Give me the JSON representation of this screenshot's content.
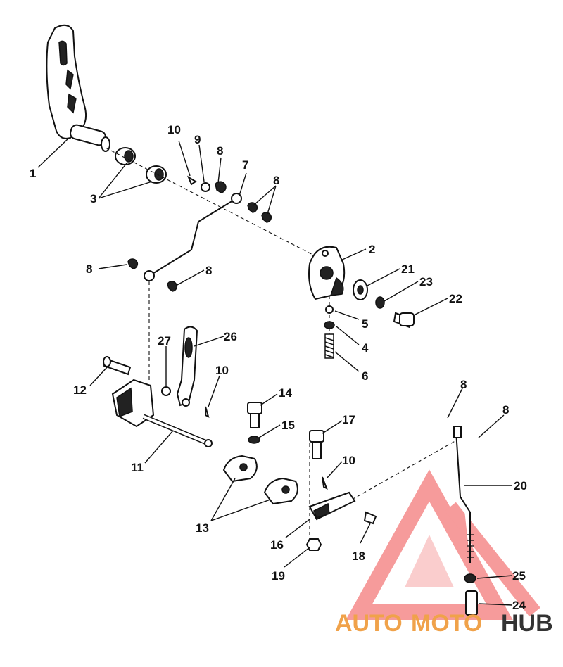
{
  "diagram": {
    "callouts": [
      {
        "id": "c1",
        "text": "1"
      },
      {
        "id": "c2",
        "text": "2"
      },
      {
        "id": "c3",
        "text": "3"
      },
      {
        "id": "c4",
        "text": "4"
      },
      {
        "id": "c5",
        "text": "5"
      },
      {
        "id": "c6",
        "text": "6"
      },
      {
        "id": "c7",
        "text": "7"
      },
      {
        "id": "c8a",
        "text": "8"
      },
      {
        "id": "c8b",
        "text": "8"
      },
      {
        "id": "c8c",
        "text": "8"
      },
      {
        "id": "c8d",
        "text": "8"
      },
      {
        "id": "c8e",
        "text": "8"
      },
      {
        "id": "c8f",
        "text": "8"
      },
      {
        "id": "c9",
        "text": "9"
      },
      {
        "id": "c10a",
        "text": "10"
      },
      {
        "id": "c10b",
        "text": "10"
      },
      {
        "id": "c10c",
        "text": "10"
      },
      {
        "id": "c11",
        "text": "11"
      },
      {
        "id": "c12",
        "text": "12"
      },
      {
        "id": "c13",
        "text": "13"
      },
      {
        "id": "c14",
        "text": "14"
      },
      {
        "id": "c15",
        "text": "15"
      },
      {
        "id": "c16",
        "text": "16"
      },
      {
        "id": "c17",
        "text": "17"
      },
      {
        "id": "c18",
        "text": "18"
      },
      {
        "id": "c19",
        "text": "19"
      },
      {
        "id": "c20",
        "text": "20"
      },
      {
        "id": "c21",
        "text": "21"
      },
      {
        "id": "c22",
        "text": "22"
      },
      {
        "id": "c23",
        "text": "23"
      },
      {
        "id": "c24",
        "text": "24"
      },
      {
        "id": "c25",
        "text": "25"
      },
      {
        "id": "c26",
        "text": "26"
      },
      {
        "id": "c27",
        "text": "27"
      }
    ]
  },
  "watermark": {
    "auto": "AUTO",
    "moto": "MOTO",
    "hub": "HUB",
    "colors": {
      "accent": "#f0a24a",
      "hub": "#333333",
      "triangle": "#f47a7a"
    }
  }
}
